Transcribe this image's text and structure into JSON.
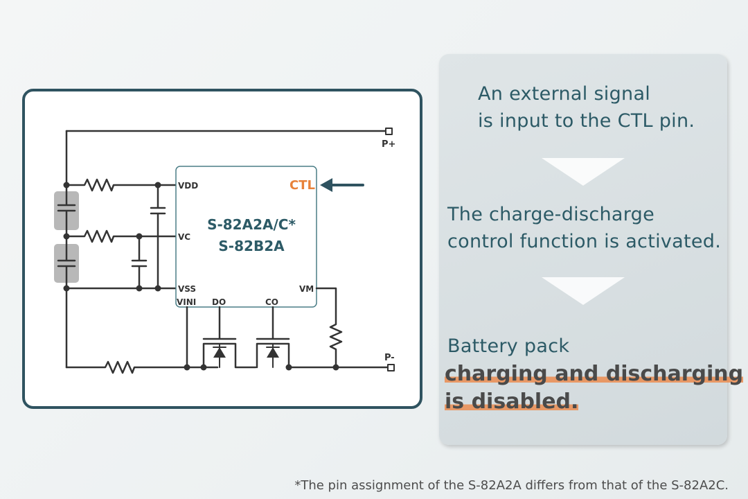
{
  "colors": {
    "panel_border": "#2f5360",
    "wire": "#333333",
    "chip_border": "#4a7d86",
    "chip_text": "#2c5a66",
    "ctl_accent": "#e8823a",
    "arrow": "#2f5360",
    "battery_fill": "#b8b8b8",
    "highlight": "#eb8c50"
  },
  "circuit": {
    "chip_name_line1": "S-82A2A/C*",
    "chip_name_line2": "S-82B2A",
    "pins": {
      "vdd": "VDD",
      "vc": "VC",
      "vss": "VSS",
      "vini": "VINI",
      "do": "DO",
      "co": "CO",
      "vm": "VM",
      "ctl": "CTL"
    },
    "terminals": {
      "p_plus": "P+",
      "p_minus": "P-"
    },
    "icons": [
      "resistor-icon",
      "capacitor-icon",
      "battery-cell-icon",
      "mosfet-icon",
      "arrow-left-icon"
    ]
  },
  "info": {
    "step1_line1": "An external signal",
    "step1_line2": "is input to the CTL pin.",
    "step2_line1": "The charge-discharge",
    "step2_line2": "control function is activated.",
    "step3_line1": "Battery pack",
    "step3_bold_line1": "charging and discharging",
    "step3_bold_line2": "is disabled.",
    "icons": [
      "triangle-down-icon",
      "triangle-down-icon"
    ]
  },
  "footnote": "*The pin assignment of the S-82A2A differs from that of the S-82A2C."
}
